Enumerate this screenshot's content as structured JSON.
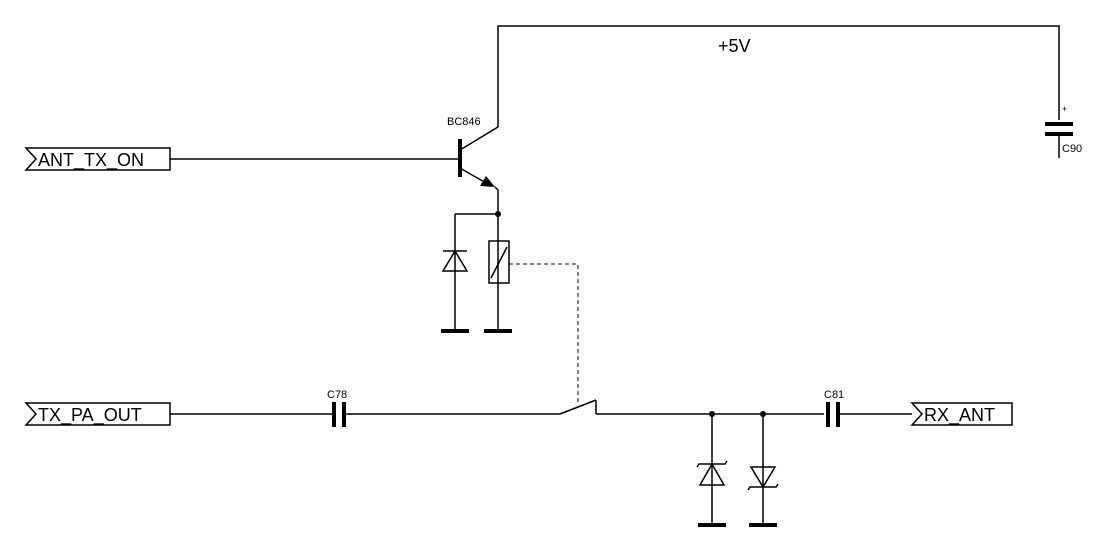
{
  "ports": {
    "ant_tx_on": "ANT_TX_ON",
    "tx_pa_out": "TX_PA_OUT",
    "rx_ant": "RX_ANT"
  },
  "rail": {
    "label": "+5V"
  },
  "components": {
    "transistor": "BC846",
    "cap_input": "C78",
    "cap_output": "C81",
    "cap_supply": "C90",
    "cap_supply_polarity": "+"
  }
}
